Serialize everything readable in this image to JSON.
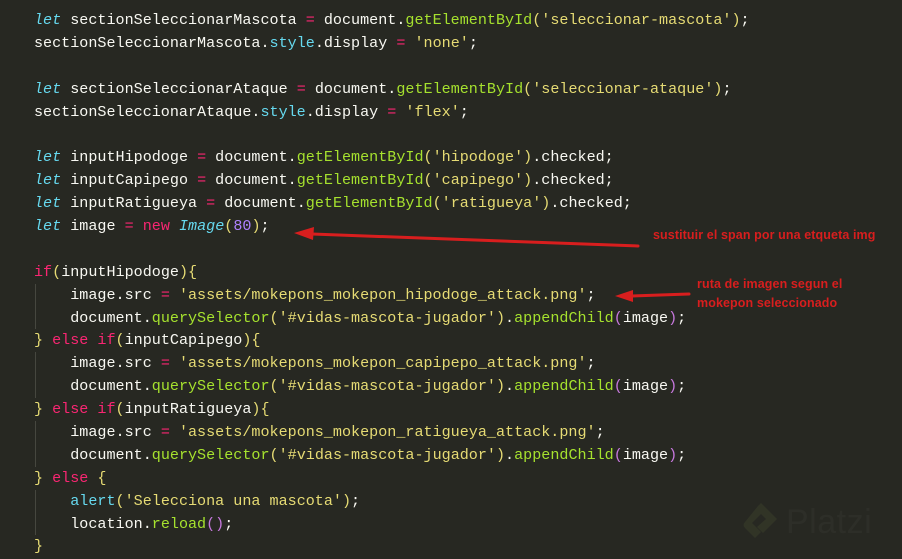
{
  "editor": {
    "theme_colors": {
      "background": "#272822",
      "keyword": "#f92672",
      "storage": "#66d9ef",
      "function": "#a6e22e",
      "string": "#e6db74",
      "number": "#ae81ff",
      "text": "#f8f8f2"
    },
    "lines": [
      {
        "tokens": [
          [
            "kw-let",
            "let"
          ],
          [
            "plain",
            " sectionSeleccionarMascota "
          ],
          [
            "op",
            "="
          ],
          [
            "plain",
            " document."
          ],
          [
            "fn",
            "getElementById"
          ],
          [
            "p1",
            "("
          ],
          [
            "str",
            "'seleccionar-mascota'"
          ],
          [
            "p1",
            ")"
          ],
          [
            "plain",
            ";"
          ]
        ]
      },
      {
        "tokens": [
          [
            "plain",
            "sectionSeleccionarMascota."
          ],
          [
            "prop",
            "style"
          ],
          [
            "plain",
            ".display "
          ],
          [
            "op",
            "="
          ],
          [
            "plain",
            " "
          ],
          [
            "str",
            "'none'"
          ],
          [
            "plain",
            ";"
          ]
        ]
      },
      {
        "tokens": []
      },
      {
        "tokens": [
          [
            "kw-let",
            "let"
          ],
          [
            "plain",
            " sectionSeleccionarAtaque "
          ],
          [
            "op",
            "="
          ],
          [
            "plain",
            " document."
          ],
          [
            "fn",
            "getElementById"
          ],
          [
            "p1",
            "("
          ],
          [
            "str",
            "'seleccionar-ataque'"
          ],
          [
            "p1",
            ")"
          ],
          [
            "plain",
            ";"
          ]
        ]
      },
      {
        "tokens": [
          [
            "plain",
            "sectionSeleccionarAtaque."
          ],
          [
            "prop",
            "style"
          ],
          [
            "plain",
            ".display "
          ],
          [
            "op",
            "="
          ],
          [
            "plain",
            " "
          ],
          [
            "str",
            "'flex'"
          ],
          [
            "plain",
            ";"
          ]
        ]
      },
      {
        "tokens": []
      },
      {
        "tokens": [
          [
            "kw-let",
            "let"
          ],
          [
            "plain",
            " inputHipodoge "
          ],
          [
            "op",
            "="
          ],
          [
            "plain",
            " document."
          ],
          [
            "fn",
            "getElementById"
          ],
          [
            "p1",
            "("
          ],
          [
            "str",
            "'hipodoge'"
          ],
          [
            "p1",
            ")"
          ],
          [
            "plain",
            ".checked;"
          ]
        ]
      },
      {
        "tokens": [
          [
            "kw-let",
            "let"
          ],
          [
            "plain",
            " inputCapipego "
          ],
          [
            "op",
            "="
          ],
          [
            "plain",
            " document."
          ],
          [
            "fn",
            "getElementById"
          ],
          [
            "p1",
            "("
          ],
          [
            "str",
            "'capipego'"
          ],
          [
            "p1",
            ")"
          ],
          [
            "plain",
            ".checked;"
          ]
        ]
      },
      {
        "tokens": [
          [
            "kw-let",
            "let"
          ],
          [
            "plain",
            " inputRatigueya "
          ],
          [
            "op",
            "="
          ],
          [
            "plain",
            " document."
          ],
          [
            "fn",
            "getElementById"
          ],
          [
            "p1",
            "("
          ],
          [
            "str",
            "'ratigueya'"
          ],
          [
            "p1",
            ")"
          ],
          [
            "plain",
            ".checked;"
          ]
        ]
      },
      {
        "tokens": [
          [
            "kw-let",
            "let"
          ],
          [
            "plain",
            " image "
          ],
          [
            "op",
            "="
          ],
          [
            "plain",
            " "
          ],
          [
            "kw",
            "new"
          ],
          [
            "plain",
            " "
          ],
          [
            "cls",
            "Image"
          ],
          [
            "p1",
            "("
          ],
          [
            "num",
            "80"
          ],
          [
            "p1",
            ")"
          ],
          [
            "plain",
            ";"
          ]
        ]
      },
      {
        "tokens": []
      },
      {
        "tokens": [
          [
            "kw",
            "if"
          ],
          [
            "p1",
            "("
          ],
          [
            "plain",
            "inputHipodoge"
          ],
          [
            "p1",
            "){"
          ]
        ]
      },
      {
        "indent": true,
        "tokens": [
          [
            "plain",
            "    image.src "
          ],
          [
            "op",
            "="
          ],
          [
            "plain",
            " "
          ],
          [
            "str",
            "'assets/mokepons_mokepon_hipodoge_attack.png'"
          ],
          [
            "plain",
            ";"
          ]
        ]
      },
      {
        "indent": true,
        "tokens": [
          [
            "plain",
            "    document."
          ],
          [
            "fn",
            "querySelector"
          ],
          [
            "p1",
            "("
          ],
          [
            "str",
            "'#vidas-mascota-jugador'"
          ],
          [
            "p1",
            ")"
          ],
          [
            "plain",
            "."
          ],
          [
            "fn",
            "appendChild"
          ],
          [
            "p2",
            "("
          ],
          [
            "plain",
            "image"
          ],
          [
            "p2",
            ")"
          ],
          [
            "plain",
            ";"
          ]
        ]
      },
      {
        "tokens": [
          [
            "p1",
            "}"
          ],
          [
            "plain",
            " "
          ],
          [
            "kw",
            "else"
          ],
          [
            "plain",
            " "
          ],
          [
            "kw",
            "if"
          ],
          [
            "p1",
            "("
          ],
          [
            "plain",
            "inputCapipego"
          ],
          [
            "p1",
            "){"
          ]
        ]
      },
      {
        "indent": true,
        "tokens": [
          [
            "plain",
            "    image.src "
          ],
          [
            "op",
            "="
          ],
          [
            "plain",
            " "
          ],
          [
            "str",
            "'assets/mokepons_mokepon_capipepo_attack.png'"
          ],
          [
            "plain",
            ";"
          ]
        ]
      },
      {
        "indent": true,
        "tokens": [
          [
            "plain",
            "    document."
          ],
          [
            "fn",
            "querySelector"
          ],
          [
            "p1",
            "("
          ],
          [
            "str",
            "'#vidas-mascota-jugador'"
          ],
          [
            "p1",
            ")"
          ],
          [
            "plain",
            "."
          ],
          [
            "fn",
            "appendChild"
          ],
          [
            "p2",
            "("
          ],
          [
            "plain",
            "image"
          ],
          [
            "p2",
            ")"
          ],
          [
            "plain",
            ";"
          ]
        ]
      },
      {
        "tokens": [
          [
            "p1",
            "}"
          ],
          [
            "plain",
            " "
          ],
          [
            "kw",
            "else"
          ],
          [
            "plain",
            " "
          ],
          [
            "kw",
            "if"
          ],
          [
            "p1",
            "("
          ],
          [
            "plain",
            "inputRatigueya"
          ],
          [
            "p1",
            "){"
          ]
        ]
      },
      {
        "indent": true,
        "tokens": [
          [
            "plain",
            "    image.src "
          ],
          [
            "op",
            "="
          ],
          [
            "plain",
            " "
          ],
          [
            "str",
            "'assets/mokepons_mokepon_ratigueya_attack.png'"
          ],
          [
            "plain",
            ";"
          ]
        ]
      },
      {
        "indent": true,
        "tokens": [
          [
            "plain",
            "    document."
          ],
          [
            "fn",
            "querySelector"
          ],
          [
            "p1",
            "("
          ],
          [
            "str",
            "'#vidas-mascota-jugador'"
          ],
          [
            "p1",
            ")"
          ],
          [
            "plain",
            "."
          ],
          [
            "fn",
            "appendChild"
          ],
          [
            "p2",
            "("
          ],
          [
            "plain",
            "image"
          ],
          [
            "p2",
            ")"
          ],
          [
            "plain",
            ";"
          ]
        ]
      },
      {
        "tokens": [
          [
            "p1",
            "}"
          ],
          [
            "plain",
            " "
          ],
          [
            "kw",
            "else"
          ],
          [
            "plain",
            " "
          ],
          [
            "p1",
            "{"
          ]
        ]
      },
      {
        "indent": true,
        "tokens": [
          [
            "plain",
            "    "
          ],
          [
            "prop",
            "alert"
          ],
          [
            "p1",
            "("
          ],
          [
            "str",
            "'Selecciona una mascota'"
          ],
          [
            "p1",
            ")"
          ],
          [
            "plain",
            ";"
          ]
        ]
      },
      {
        "indent": true,
        "tokens": [
          [
            "plain",
            "    location."
          ],
          [
            "fn",
            "reload"
          ],
          [
            "p2",
            "()"
          ],
          [
            "plain",
            ";"
          ]
        ]
      },
      {
        "tokens": [
          [
            "p1",
            "}"
          ]
        ]
      }
    ]
  },
  "annotations": {
    "color": "#d81e1e",
    "note_1": "sustituir el span por una etqueta img",
    "note_2_line_1": "ruta de imagen segun el",
    "note_2_line_2": "mokepon seleccionado"
  },
  "watermark": {
    "text": "Platzi",
    "icon": "platzi-logo-icon"
  }
}
